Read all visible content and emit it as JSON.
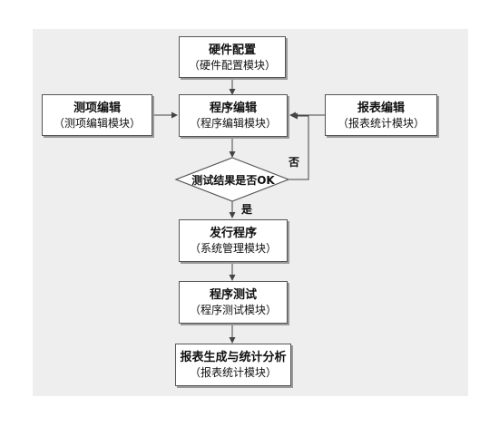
{
  "flowchart": {
    "nodes": {
      "hardware_config": {
        "title": "硬件配置",
        "sub": "（硬件配置模块）"
      },
      "test_item_edit": {
        "title": "测项编辑",
        "sub": "（测项编辑模块）"
      },
      "program_edit": {
        "title": "程序编辑",
        "sub": "（程序编辑模块）"
      },
      "report_edit": {
        "title": "报表编辑",
        "sub": "（报表统计模块）"
      },
      "decision": {
        "text": "测试结果是否OK"
      },
      "release_program": {
        "title": "发行程序",
        "sub": "（系统管理模块）"
      },
      "program_test": {
        "title": "程序测试",
        "sub": "（程序测试模块）"
      },
      "report_analysis": {
        "title": "报表生成与统计分析",
        "sub": "（报表统计模块）"
      }
    },
    "edges": {
      "no_label": "否",
      "yes_label": "是"
    }
  }
}
